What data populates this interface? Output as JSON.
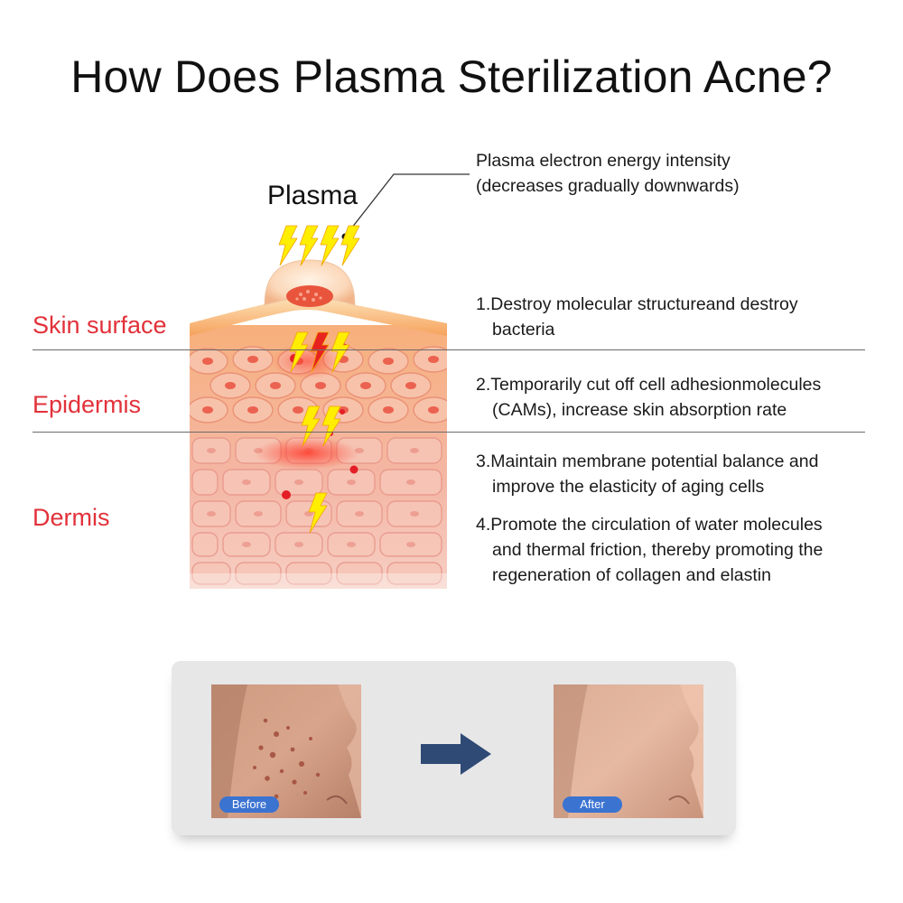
{
  "title": "How Does Plasma Sterilization Acne?",
  "diagram": {
    "plasma_label": "Plasma",
    "energy_note": {
      "line1": "Plasma electron energy intensity",
      "line2": "(decreases gradually downwards)"
    },
    "layers": {
      "skin_surface": "Skin surface",
      "epidermis": "Epidermis",
      "dermis": "Dermis"
    },
    "label_color": "#e2313a",
    "bolt_color": "#ffee00",
    "bolt_hot_color": "#e8231f"
  },
  "effects": [
    {
      "line1": "1.Destroy molecular structureand destroy",
      "line2": "bacteria"
    },
    {
      "line1": "2.Temporarily cut off cell adhesionmolecules",
      "line2": "(CAMs), increase skin absorption rate"
    },
    {
      "line1": "3.Maintain membrane potential balance and",
      "line2": "improve the elasticity of aging cells"
    },
    {
      "line1": "4.Promote the circulation of water molecules",
      "line2": "and thermal friction, thereby promoting the",
      "line3": "regeneration of collagen and elastin"
    }
  ],
  "comparison": {
    "before_label": "Before",
    "after_label": "After",
    "arrow_color": "#2e4a75",
    "badge_color": "#3b73d1"
  }
}
